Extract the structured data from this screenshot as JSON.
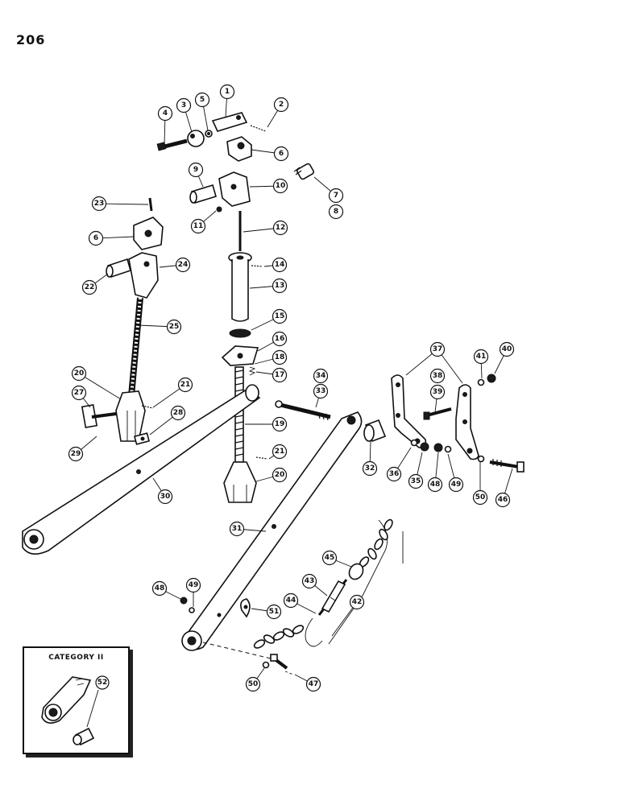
{
  "page_number": "206",
  "inset": {
    "title": "CATEGORY II"
  },
  "callouts": [
    "1",
    "2",
    "3",
    "4",
    "5",
    "6",
    "7",
    "8",
    "9",
    "10",
    "11",
    "12",
    "13",
    "14",
    "15",
    "16",
    "17",
    "18",
    "19",
    "20",
    "21",
    "22",
    "23",
    "24",
    "25",
    "27",
    "28",
    "29",
    "30",
    "31",
    "32",
    "33",
    "34",
    "35",
    "36",
    "37",
    "38",
    "39",
    "40",
    "41",
    "42",
    "43",
    "44",
    "45",
    "46",
    "47",
    "48",
    "49",
    "50",
    "51",
    "52"
  ]
}
